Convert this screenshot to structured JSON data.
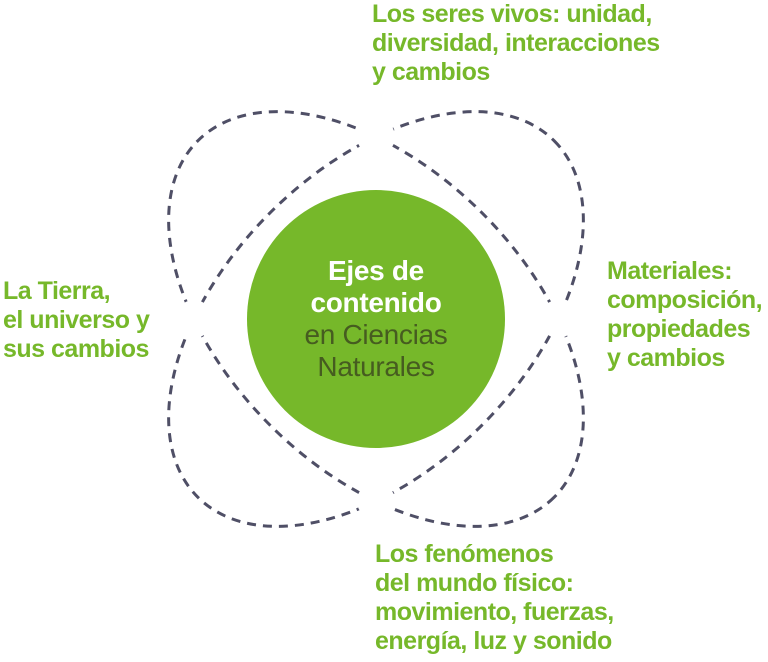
{
  "colors": {
    "brand_green": "#76b82a",
    "subtitle_dark_green": "#465c20",
    "orbit_dash": "#4f4f66",
    "node_fill": "#ffffff"
  },
  "center": {
    "title": "Ejes de\ncontenido",
    "subtitle": "en Ciencias\nNaturales"
  },
  "labels": {
    "seres_vivos": "Los seres vivos: unidad,\ndiversidad, interacciones\ny cambios",
    "materiales": "Materiales:\ncomposición,\npropiedades\ny cambios",
    "fenomenos": "Los fenómenos\ndel mundo físico:\nmovimiento, fuerzas,\nenergía, luz y sonido",
    "tierra": "La Tierra,\nel universo y\nsus cambios"
  }
}
